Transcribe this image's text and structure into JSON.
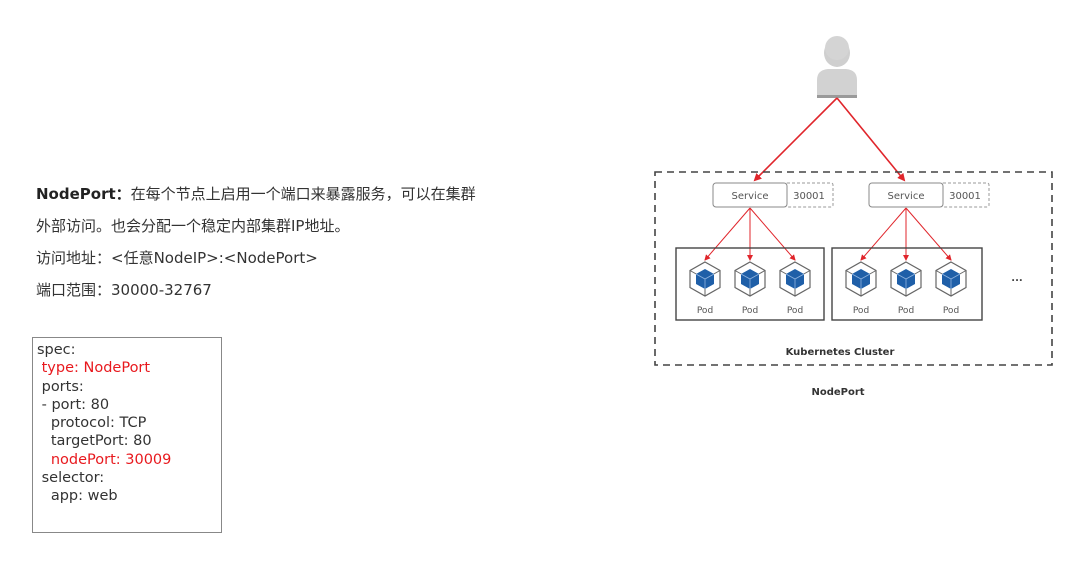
{
  "description": {
    "term": "NodePort",
    "colon": "：",
    "line1_rest": "在每个节点上启用一个端口来暴露服务，可以在集群",
    "line2": "外部访问。也会分配一个稳定内部集群IP地址。",
    "line3": "访问地址：<任意NodeIP>:<NodePort>",
    "line4": "端口范围：30000-32767"
  },
  "yaml": {
    "lines": [
      {
        "text": "spec:",
        "highlight": false
      },
      {
        "text": " type: NodePort",
        "highlight": true
      },
      {
        "text": " ports:",
        "highlight": false
      },
      {
        "text": " - port: 80",
        "highlight": false
      },
      {
        "text": "   protocol: TCP",
        "highlight": false
      },
      {
        "text": "   targetPort: 80",
        "highlight": false
      },
      {
        "text": "   nodePort: 30009",
        "highlight": true
      },
      {
        "text": " selector:",
        "highlight": false
      },
      {
        "text": "   app: web",
        "highlight": false
      }
    ]
  },
  "diagram": {
    "user_icon": "user-icon",
    "services": [
      {
        "label": "Service",
        "port": "30001"
      },
      {
        "label": "Service",
        "port": "30001"
      }
    ],
    "nodes": [
      {
        "pods": [
          "Pod",
          "Pod",
          "Pod"
        ]
      },
      {
        "pods": [
          "Pod",
          "Pod",
          "Pod"
        ]
      }
    ],
    "ellipsis": "...",
    "cluster_label": "Kubernetes Cluster",
    "caption": "NodePort",
    "colors": {
      "arrow": "#e0252b",
      "pod_cube": "#1f5fa8",
      "border": "#555555"
    }
  }
}
